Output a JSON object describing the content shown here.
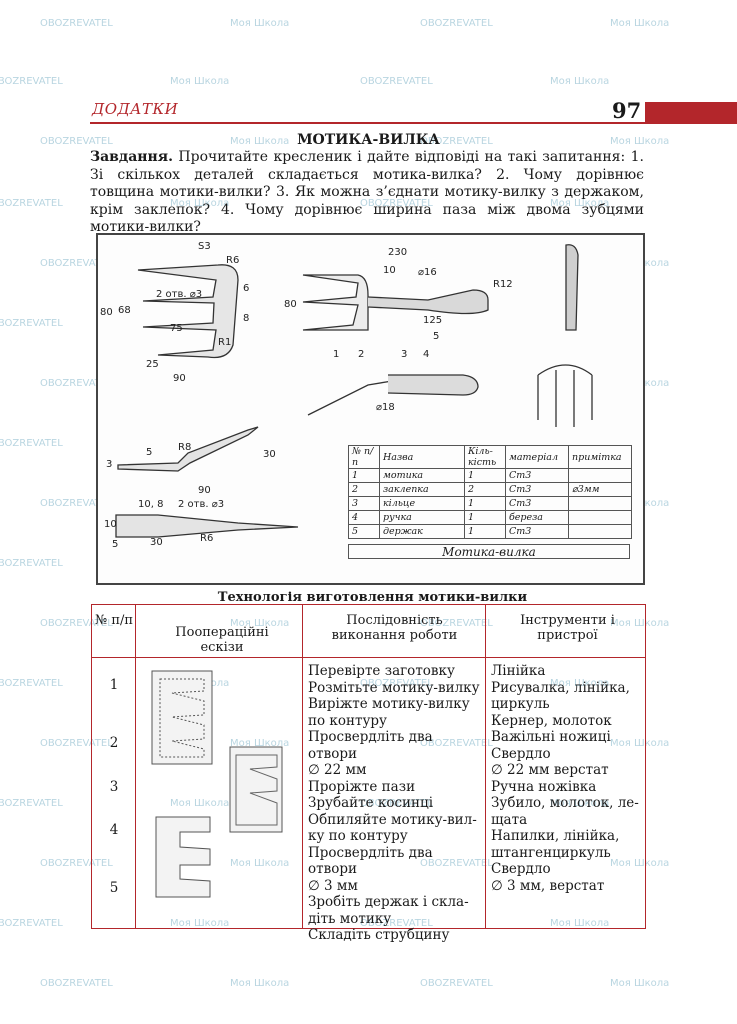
{
  "header": {
    "section_label": "ДОДАТКИ",
    "page_number": "97"
  },
  "title": "МОТИКА-ВИЛКА",
  "task": {
    "lead": "Завдання.",
    "text": " Прочитайте кресленик і дайте відповіді на такі запитання: 1. Зі скількох деталей складається мотика-вилка? 2. Чому дорівнює товщина мотики-вилки? 3. Як можна з’єднати мотику-вилку з держаком, крім заклепок? 4. Чому дорівнює ширина паза між двома зубцями мотики-вилки?"
  },
  "drawing": {
    "dims": {
      "s3": "S3",
      "r6_top": "R6",
      "holes": "2 отв. ⌀3",
      "d6": "6",
      "d80": "80",
      "d68": "68",
      "d8": "8",
      "d75": "75",
      "r_small": "R1",
      "d25": "25",
      "d90": "90",
      "d230": "230",
      "d10": "10",
      "phi16": "⌀16",
      "d80b": "80",
      "r12": "R12",
      "d5": "5",
      "d125": "125",
      "n1": "1",
      "n2": "2",
      "n3": "3",
      "n4": "4",
      "phi18": "⌀18",
      "d3": "3",
      "d5b": "5",
      "r8": "R8",
      "d30": "30",
      "d90b": "90",
      "d10_8": "10, 8",
      "holes2": "2 отв. ⌀3",
      "d10b": "10",
      "d5c": "5",
      "d30b": "30",
      "r6b": "R6"
    },
    "spec_table": {
      "headers": [
        "№ п/п",
        "Назва",
        "Кіль-кість",
        "матеріал",
        "примітка"
      ],
      "rows": [
        [
          "1",
          "мотика",
          "1",
          "Ст3",
          ""
        ],
        [
          "2",
          "заклепка",
          "2",
          "Ст3",
          "⌀3мм"
        ],
        [
          "3",
          "кільце",
          "1",
          "Ст3",
          ""
        ],
        [
          "4",
          "ручка",
          "1",
          "береза",
          ""
        ],
        [
          "5",
          "держак",
          "1",
          "Ст3",
          ""
        ]
      ],
      "caption": "Мотика-вилка"
    }
  },
  "tech": {
    "title": "Технологія виготовлення мотики-вилки",
    "headers": {
      "num": "№ п/п",
      "sketch": "Поопераційні ескізи",
      "steps": "Послідовність виконання роботи",
      "tools": "Інструменти і пристрої"
    },
    "numbers": [
      "1",
      "2",
      "3",
      "4",
      "5"
    ],
    "steps": [
      "Перевірте заготовку",
      "Розмітьте мотику-вилку",
      "Виріжте мотику-вилку",
      "по контуру",
      "Просвердліть два отвори",
      "∅ 22 мм",
      "Проріжте пази",
      "Зрубайте косинці",
      "Обпиляйте мотику-вил-",
      "ку по контуру",
      "Просвердліть два отвори",
      "∅ 3 мм",
      "Зробіть держак і скла-",
      "діть мотику",
      "Складіть струбцину"
    ],
    "tools": [
      "Лінійка",
      "Рисувалка, лінійка,",
      "циркуль",
      "Кернер, молоток",
      "Важільні ножиці",
      "Свердло",
      "∅ 22 мм верстат",
      "Ручна ножівка",
      "Зубило, молоток, ле-",
      "щата",
      "Напилки, лінійка,",
      "штангенциркуль",
      "Свердло",
      "∅ 3 мм, верстат"
    ]
  },
  "watermarks": {
    "brand1": "OBOZREVATEL",
    "brand2": "Моя Школа"
  }
}
